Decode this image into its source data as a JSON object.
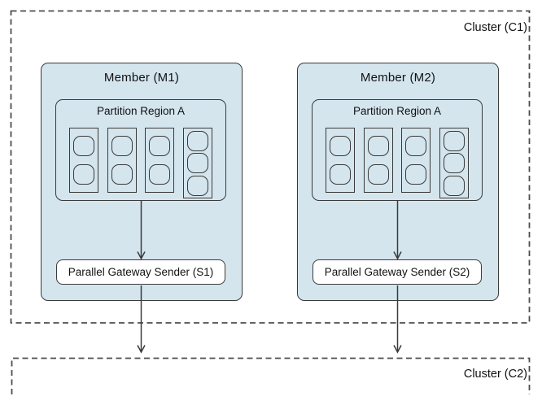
{
  "diagram": {
    "cluster_c1_label": "Cluster (C1)",
    "cluster_c2_label": "Cluster (C2)",
    "members": [
      {
        "title": "Member (M1)",
        "region_title": "Partition Region A",
        "bucket_entries": [
          2,
          2,
          2,
          3
        ],
        "sender_label": "Parallel Gateway Sender (S1)"
      },
      {
        "title": "Member (M2)",
        "region_title": "Partition Region A",
        "bucket_entries": [
          2,
          2,
          2,
          3
        ],
        "sender_label": "Parallel Gateway Sender (S2)"
      }
    ],
    "colors": {
      "member_fill": "#d4e5ee",
      "box_border": "#3a3a3a",
      "sender_fill": "#ffffff",
      "dashed_border": "#4d4d4d",
      "arrow": "#3a3a3a"
    }
  }
}
